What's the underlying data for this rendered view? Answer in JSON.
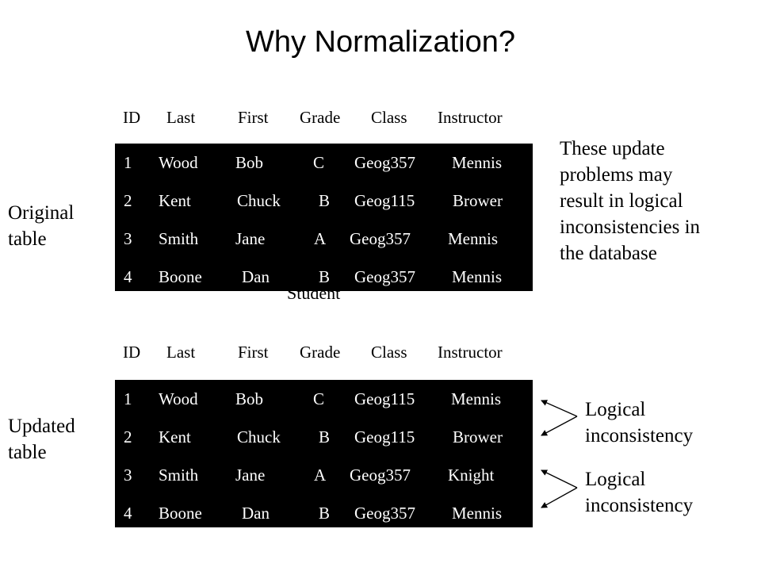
{
  "title": "Why Normalization?",
  "columns": [
    "ID",
    "Last",
    "First",
    "Grade",
    "Class",
    "Instructor"
  ],
  "original": {
    "label_line1": "Original",
    "label_line2": "table",
    "rows": [
      [
        "1",
        "Wood",
        "Bob",
        "C",
        "Geog357",
        "Mennis"
      ],
      [
        "2",
        "Kent",
        "Chuck",
        "B",
        "Geog115",
        "Brower"
      ],
      [
        "3",
        "Smith",
        "Jane",
        "A",
        "Geog357",
        "Mennis"
      ],
      [
        "4",
        "Boone",
        "Dan",
        "B",
        "Geog357",
        "Mennis"
      ]
    ]
  },
  "behind_text": "Student",
  "note_lines": [
    "These update",
    "problems may",
    "result in logical",
    "inconsistencies in",
    "the database"
  ],
  "updated": {
    "label_line1": "Updated",
    "label_line2": "table",
    "rows": [
      [
        "1",
        "Wood",
        "Bob",
        "C",
        "Geog115",
        "Mennis"
      ],
      [
        "2",
        "Kent",
        "Chuck",
        "B",
        "Geog115",
        "Brower"
      ],
      [
        "3",
        "Smith",
        "Jane",
        "A",
        "Geog357",
        "Knight"
      ],
      [
        "4",
        "Boone",
        "Dan",
        "B",
        "Geog357",
        "Mennis"
      ]
    ]
  },
  "inconsistency_1": [
    "Logical",
    "inconsistency"
  ],
  "inconsistency_2": [
    "Logical",
    "inconsistency"
  ]
}
